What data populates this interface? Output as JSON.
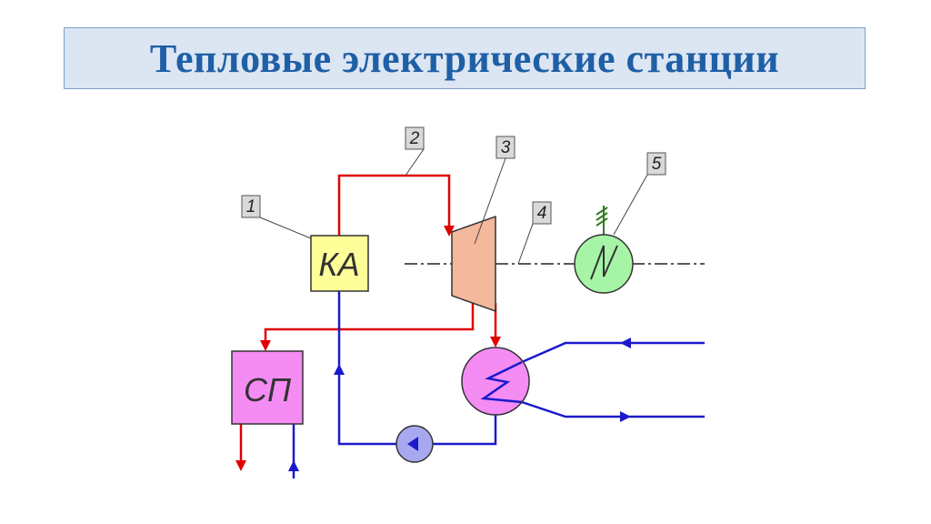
{
  "title": "Тепловые электрические станции",
  "components": {
    "boiler": {
      "label": "КА",
      "callout": "1"
    },
    "steam_line": {
      "callout": "2"
    },
    "turbine": {
      "callout": "3"
    },
    "shaft": {
      "callout": "4"
    },
    "generator": {
      "callout": "5"
    },
    "heater": {
      "label": "СП"
    }
  },
  "colors": {
    "steam": "#e00000",
    "water": "#1a1acc",
    "boiler_fill": "#ffff99",
    "turbine_fill": "#f4b89c",
    "generator_fill": "#a6f4a6",
    "condenser_fill": "#f48cf4",
    "heater_fill": "#f48cf4",
    "pump_fill": "#a8a8f0",
    "title_bg": "#dce6f2",
    "title_text": "#1f5fa6"
  }
}
